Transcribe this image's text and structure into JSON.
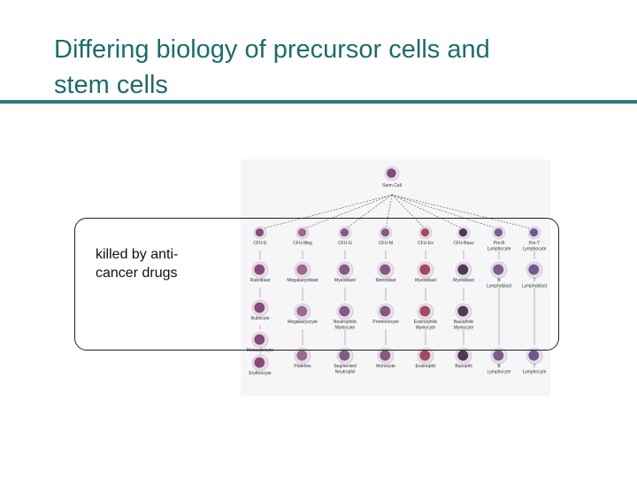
{
  "slide": {
    "title": "Differing biology of precursor cells and\nstem cells",
    "callout_text": "killed by anti-\ncancer drugs"
  },
  "diagram": {
    "stem_label": "Stem Cell",
    "columns": [
      {
        "labels": [
          "CFU-E",
          "Rubriblast",
          "Rubricyte",
          "Metarubricyte",
          "Erythrocyte"
        ],
        "color": "#8a4a78"
      },
      {
        "labels": [
          "CFU-Meg",
          "Megakaryoblast",
          "Megakaryocyte",
          "Platelets"
        ],
        "color": "#9a6a8e"
      },
      {
        "labels": [
          "CFU-G",
          "Myeloblast",
          "Neutrophilic Myelocyte",
          "Segmented Neutrophil"
        ],
        "color": "#7f5b86"
      },
      {
        "labels": [
          "CFU-M",
          "Monoblast",
          "Promonocyte",
          "Monocyte"
        ],
        "color": "#86597f"
      },
      {
        "labels": [
          "CFU-Eo",
          "Myeloblast",
          "Eosinophilic Myelocyte",
          "Eosinophil"
        ],
        "color": "#a04a5e"
      },
      {
        "labels": [
          "CFU-Baso",
          "Myeloblast",
          "Basophilic Myelocyte",
          "Basophil"
        ],
        "color": "#4e3a52"
      },
      {
        "labels": [
          "Pre-B Lymphocyte",
          "B Lymphoblast",
          "B Lymphocyte"
        ],
        "color": "#7a5d8c"
      },
      {
        "labels": [
          "Pre-T Lymphocyte",
          "T Lymphoblast",
          "T Lymphocyte"
        ],
        "color": "#6e5b8e"
      }
    ]
  }
}
